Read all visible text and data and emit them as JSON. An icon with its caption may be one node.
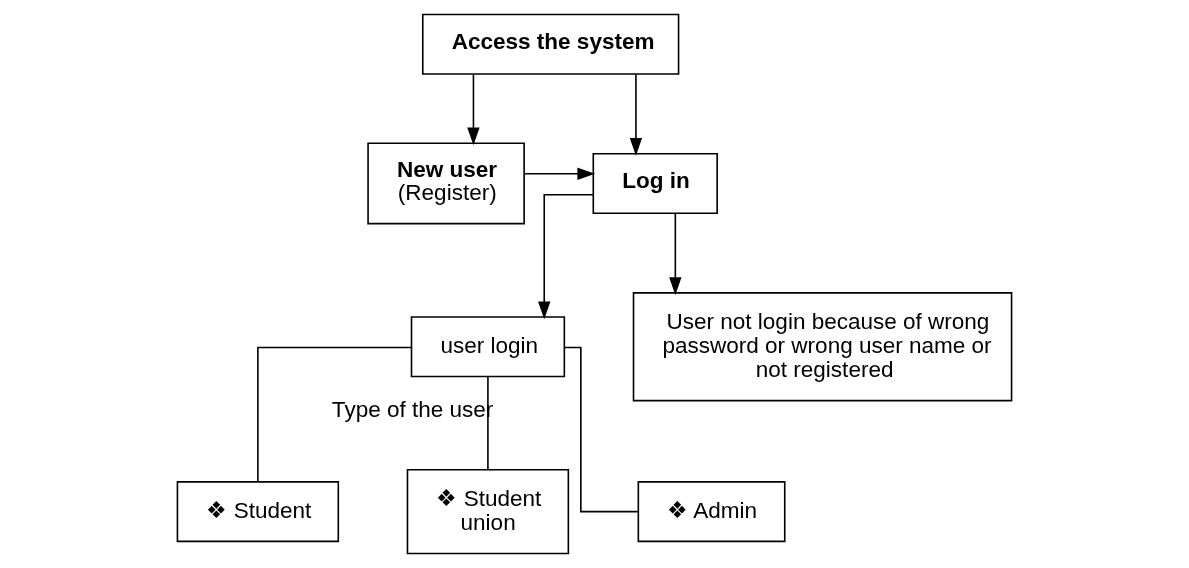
{
  "diagram": {
    "nodes": [
      {
        "text": [
          "Access the system"
        ]
      },
      {
        "text": [
          "New user",
          "(Register)"
        ]
      },
      {
        "text": [
          "Log in"
        ]
      },
      {
        "text": [
          "user login"
        ]
      },
      {
        "text": [
          "User not login because of wrong password or wrong user name or not registered"
        ]
      },
      {
        "text": [
          "❖ Student"
        ]
      },
      {
        "text": [
          "❖ Student union"
        ]
      },
      {
        "text": [
          "❖ Admin"
        ]
      }
    ],
    "edges": [
      {
        "from": 0,
        "to": 1,
        "arrow": "to"
      },
      {
        "from": 0,
        "to": 2,
        "arrow": "to"
      },
      {
        "from": 1,
        "to": 2,
        "arrow": "to"
      },
      {
        "from": 2,
        "to": 3,
        "arrow": "to"
      },
      {
        "from": 2,
        "to": 4,
        "arrow": "to"
      },
      {
        "from": 3,
        "to": 5,
        "arrow": "none"
      },
      {
        "from": 3,
        "to": 6,
        "arrow": "none",
        "label": "Type of the user"
      },
      {
        "from": 3,
        "to": 7,
        "arrow": "none"
      }
    ]
  }
}
